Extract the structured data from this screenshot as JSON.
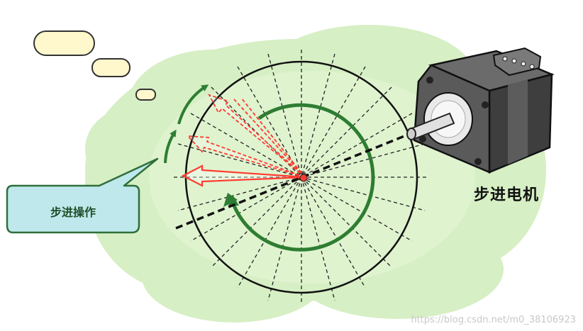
{
  "labels": {
    "motor": "步进电机",
    "step_operation": "步进操作"
  },
  "watermark": "https://blog.csdn.net/m0_38106923",
  "colors": {
    "cloud": "#d6efc4",
    "cloud_dark": "#c3e6ad",
    "bubble": "#fff8cc",
    "callout_fill": "#bfe8ec",
    "callout_border": "#2f6f3a",
    "rotation_arrow": "#2e7d32",
    "step_arrows": "#ff3b2f",
    "motor_body": "#555555"
  }
}
